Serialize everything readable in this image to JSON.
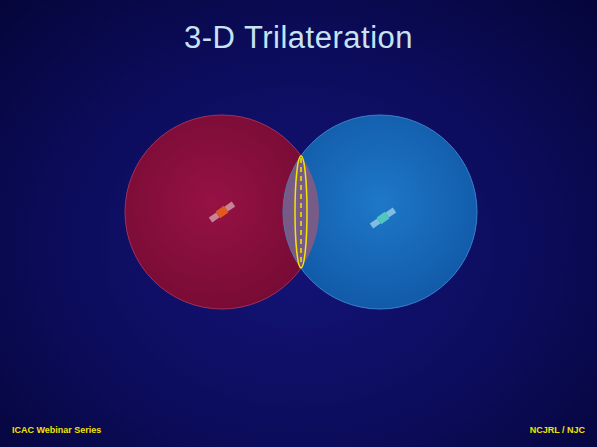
{
  "diagram": {
    "title": "3-D Trilateration",
    "labels": [
      "ICAC Webinar Series",
      "NCJRL / NJC"
    ]
  }
}
